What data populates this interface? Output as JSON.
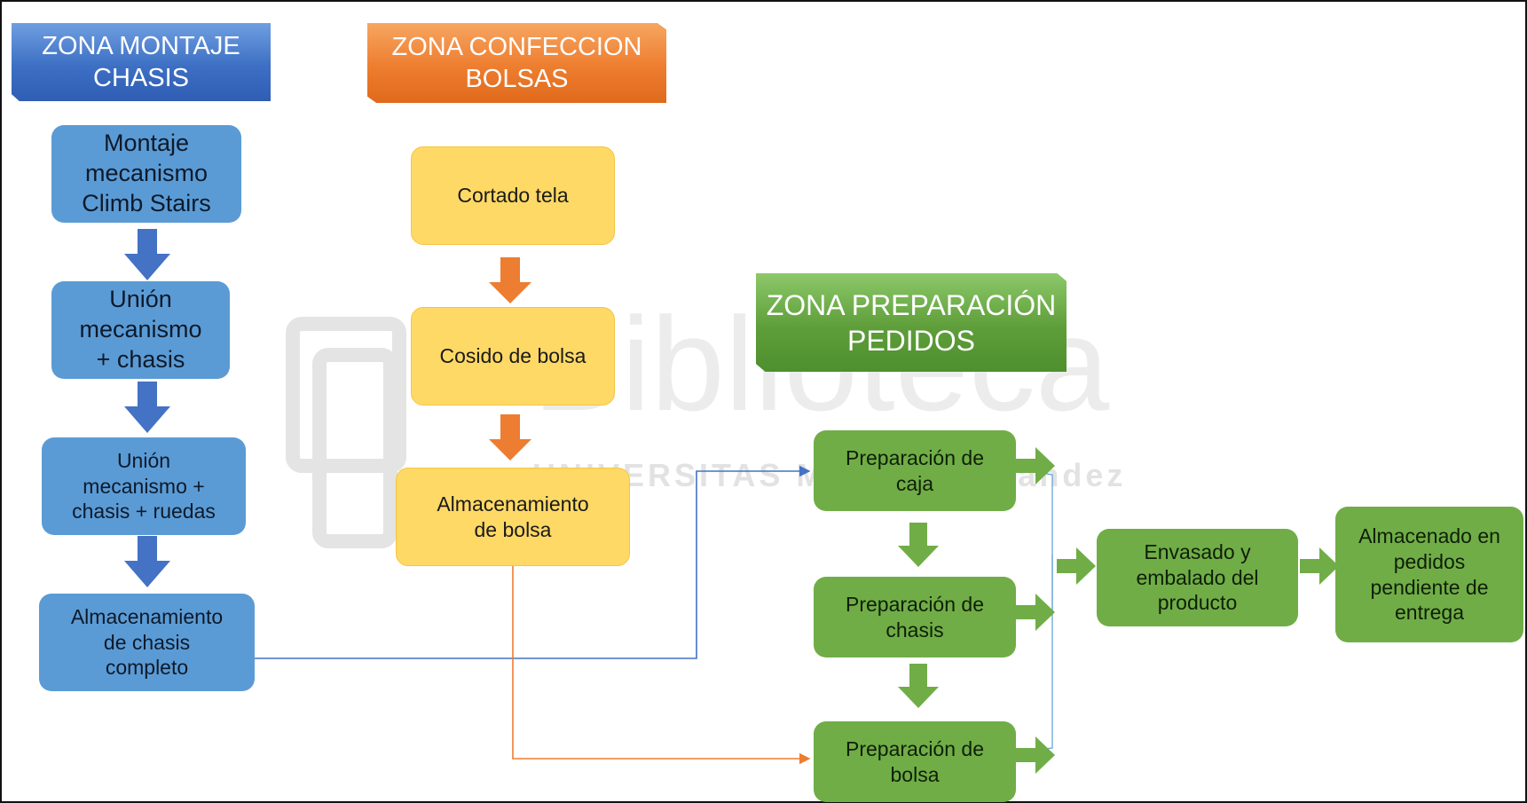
{
  "headers": {
    "montaje": "ZONA MONTAJE\nCHASIS",
    "confeccion": "ZONA CONFECCION\nBOLSAS",
    "preparacion": "ZONA PREPARACIÓN\nPEDIDOS"
  },
  "blue_steps": [
    "Montaje\nmecanismo\nClimb Stairs",
    "Unión\nmecanismo\n+ chasis",
    "Unión\nmecanismo +\nchasis + ruedas",
    "Almacenamiento\nde chasis\ncompleto"
  ],
  "orange_steps": [
    "Cortado tela",
    "Cosido de bolsa",
    "Almacenamiento\nde bolsa"
  ],
  "green_steps": [
    "Preparación de\ncaja",
    "Preparación de\nchasis",
    "Preparación de\nbolsa"
  ],
  "final_steps": [
    "Envasado y\nembalado del\nproducto",
    "Almacenado en\npedidos\npendiente de\nentrega"
  ],
  "watermark": {
    "title": "Biblioteca",
    "subtitle": "UNIVERSITAS Miguel Hernández"
  },
  "colors": {
    "blue": "#5b9bd5",
    "blue_arrow": "#4472c4",
    "orange_box": "#ffd966",
    "orange_arrow": "#ed7d31",
    "green": "#70ad47",
    "green_arrow": "#70ad47"
  }
}
